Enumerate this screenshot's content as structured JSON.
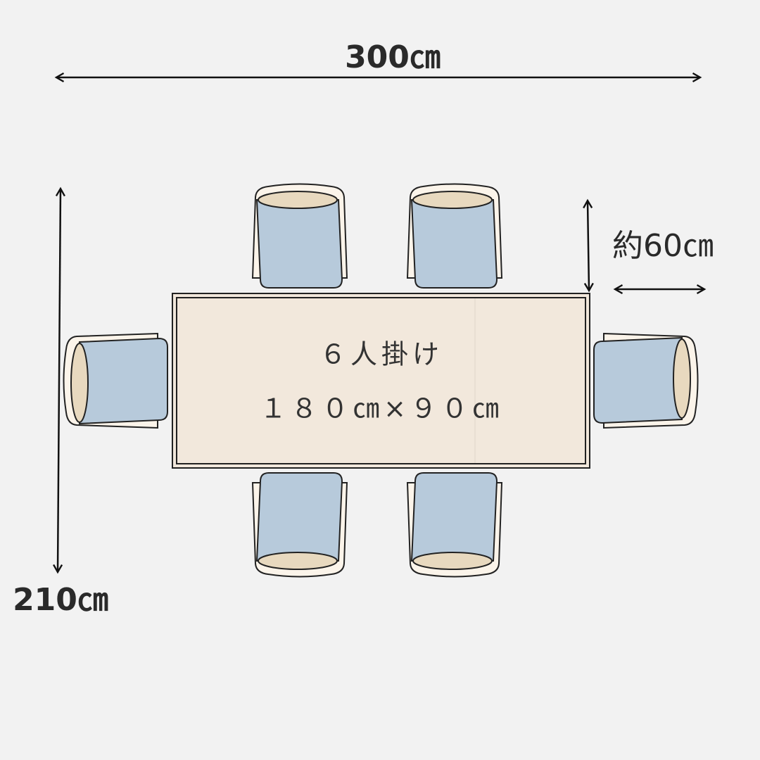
{
  "dimensions": {
    "width_label": "300㎝",
    "depth_label": "210㎝",
    "clearance_label": "約60㎝"
  },
  "table": {
    "seats_label": "６人掛け",
    "size_label": "１８０㎝×９０㎝"
  },
  "colors": {
    "background": "#f2f2f2",
    "table_fill": "#f2e8dc",
    "chair_seat": "#b7cadb",
    "chair_back": "#e8d9bf",
    "chair_frame": "#fbf4ea",
    "outline": "#222222"
  },
  "chairs": [
    "top-left",
    "top-right",
    "bottom-left",
    "bottom-right",
    "left",
    "right"
  ]
}
